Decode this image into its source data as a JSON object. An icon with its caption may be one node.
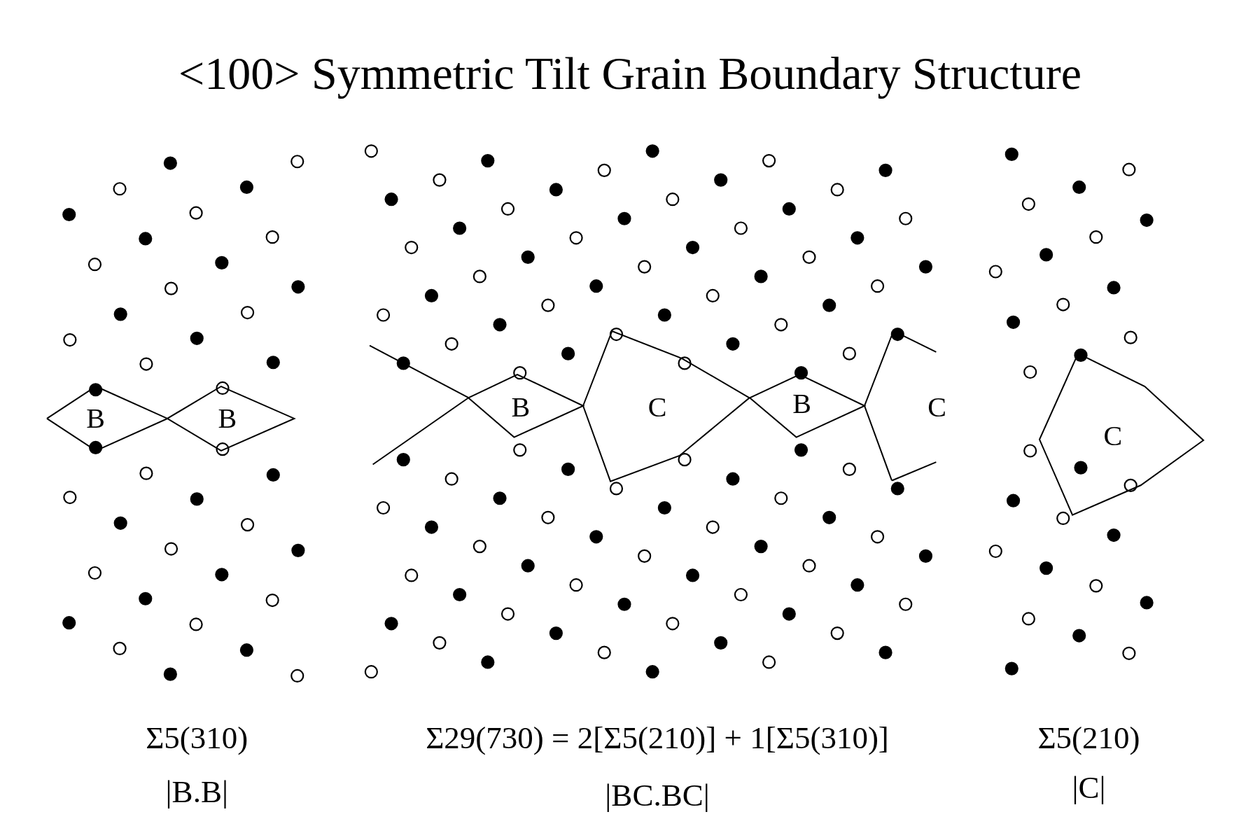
{
  "diagram": {
    "title": "<100> Symmetric Tilt Grain Boundary Structure",
    "nodes": [
      {
        "text": [
          "B"
        ]
      },
      {
        "text": [
          "B"
        ]
      },
      {
        "text": [
          "B"
        ]
      },
      {
        "text": [
          "C"
        ]
      },
      {
        "text": [
          "B"
        ]
      },
      {
        "text": [
          "C"
        ]
      },
      {
        "text": [
          "C"
        ]
      }
    ],
    "labels": [
      "Σ5(310)",
      "|B.B|",
      "Σ29(730) = 2[Σ5(210)] + 1[Σ5(310)]",
      "|BC.BC|",
      "Σ5(210)",
      "|C|"
    ]
  }
}
